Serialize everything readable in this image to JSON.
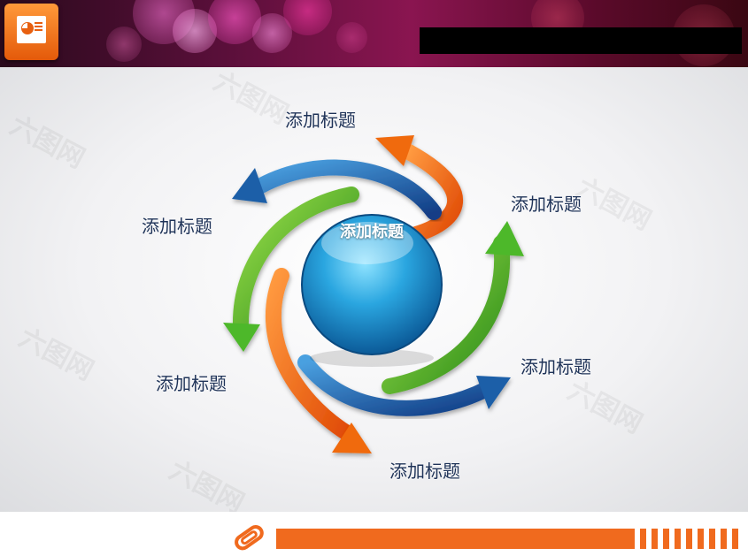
{
  "header": {
    "app_icon": "presentation-icon",
    "title_text": ""
  },
  "diagram": {
    "center_label": "添加标题",
    "labels": [
      "添加标题",
      "添加标题",
      "添加标题",
      "添加标题",
      "添加标题",
      "添加标题"
    ],
    "arrow_colors": {
      "orange": "#f06a10",
      "green": "#4db82a",
      "blue": "#1f5fa8",
      "center": "#1a8ed0"
    }
  },
  "footer": {
    "accent": "#f06a1e",
    "icon": "paperclip-icon"
  }
}
